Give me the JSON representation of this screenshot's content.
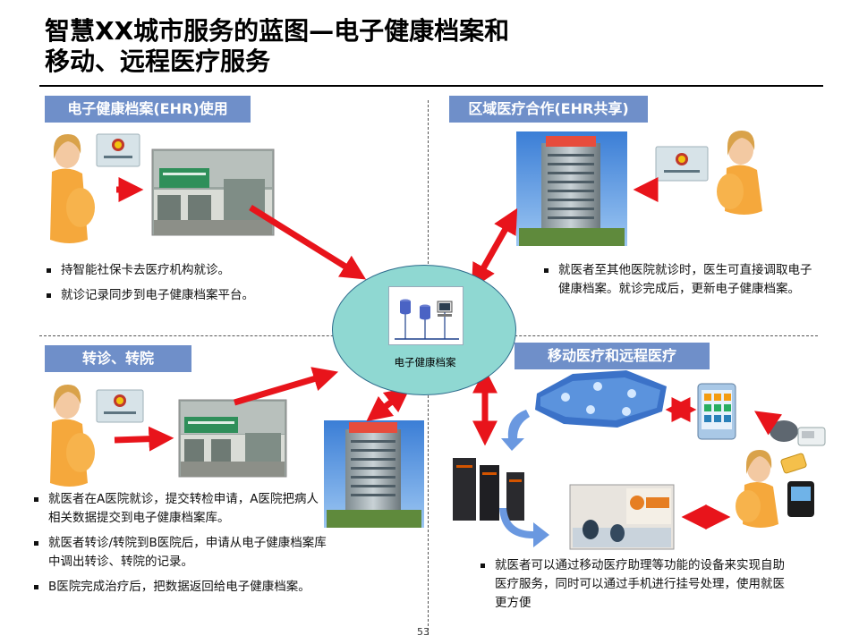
{
  "title": {
    "line1": "智慧XX城市服务的蓝图—电子健康档案和",
    "line2": "移动、远程医疗服务"
  },
  "sections": {
    "ehr_use": {
      "label": "电子健康档案(EHR)使用",
      "bullets": [
        "持智能社保卡去医疗机构就诊。",
        "就诊记录同步到电子健康档案平台。"
      ]
    },
    "regional": {
      "label": "区域医疗合作(EHR共享)",
      "bullets": [
        "就医者至其他医院就诊时，医生可直接调取电子健康档案。就诊完成后，更新电子健康档案。"
      ]
    },
    "referral": {
      "label": "转诊、转院",
      "bullets": [
        "就医者在A医院就诊，提交转检申请，A医院把病人相关数据提交到电子健康档案库。",
        "就医者转诊/转院到B医院后，申请从电子健康档案库中调出转诊、转院的记录。",
        "B医院完成治疗后，把数据返回给电子健康档案。"
      ]
    },
    "mobile": {
      "label": "移动医疗和远程医疗",
      "bullets": [
        "就医者可以通过移动医疗助理等功能的设备来实现自助医疗服务，同时可以通过手机进行挂号处理，使用就医更方便"
      ]
    }
  },
  "hub": {
    "label": "电子健康档案"
  },
  "page_number": "53",
  "colors": {
    "label_bg": "#6f8fc9",
    "arrow": "#e8141b",
    "hub_fill": "#8fd8d2",
    "blue_arrow": "#6a98e0"
  }
}
